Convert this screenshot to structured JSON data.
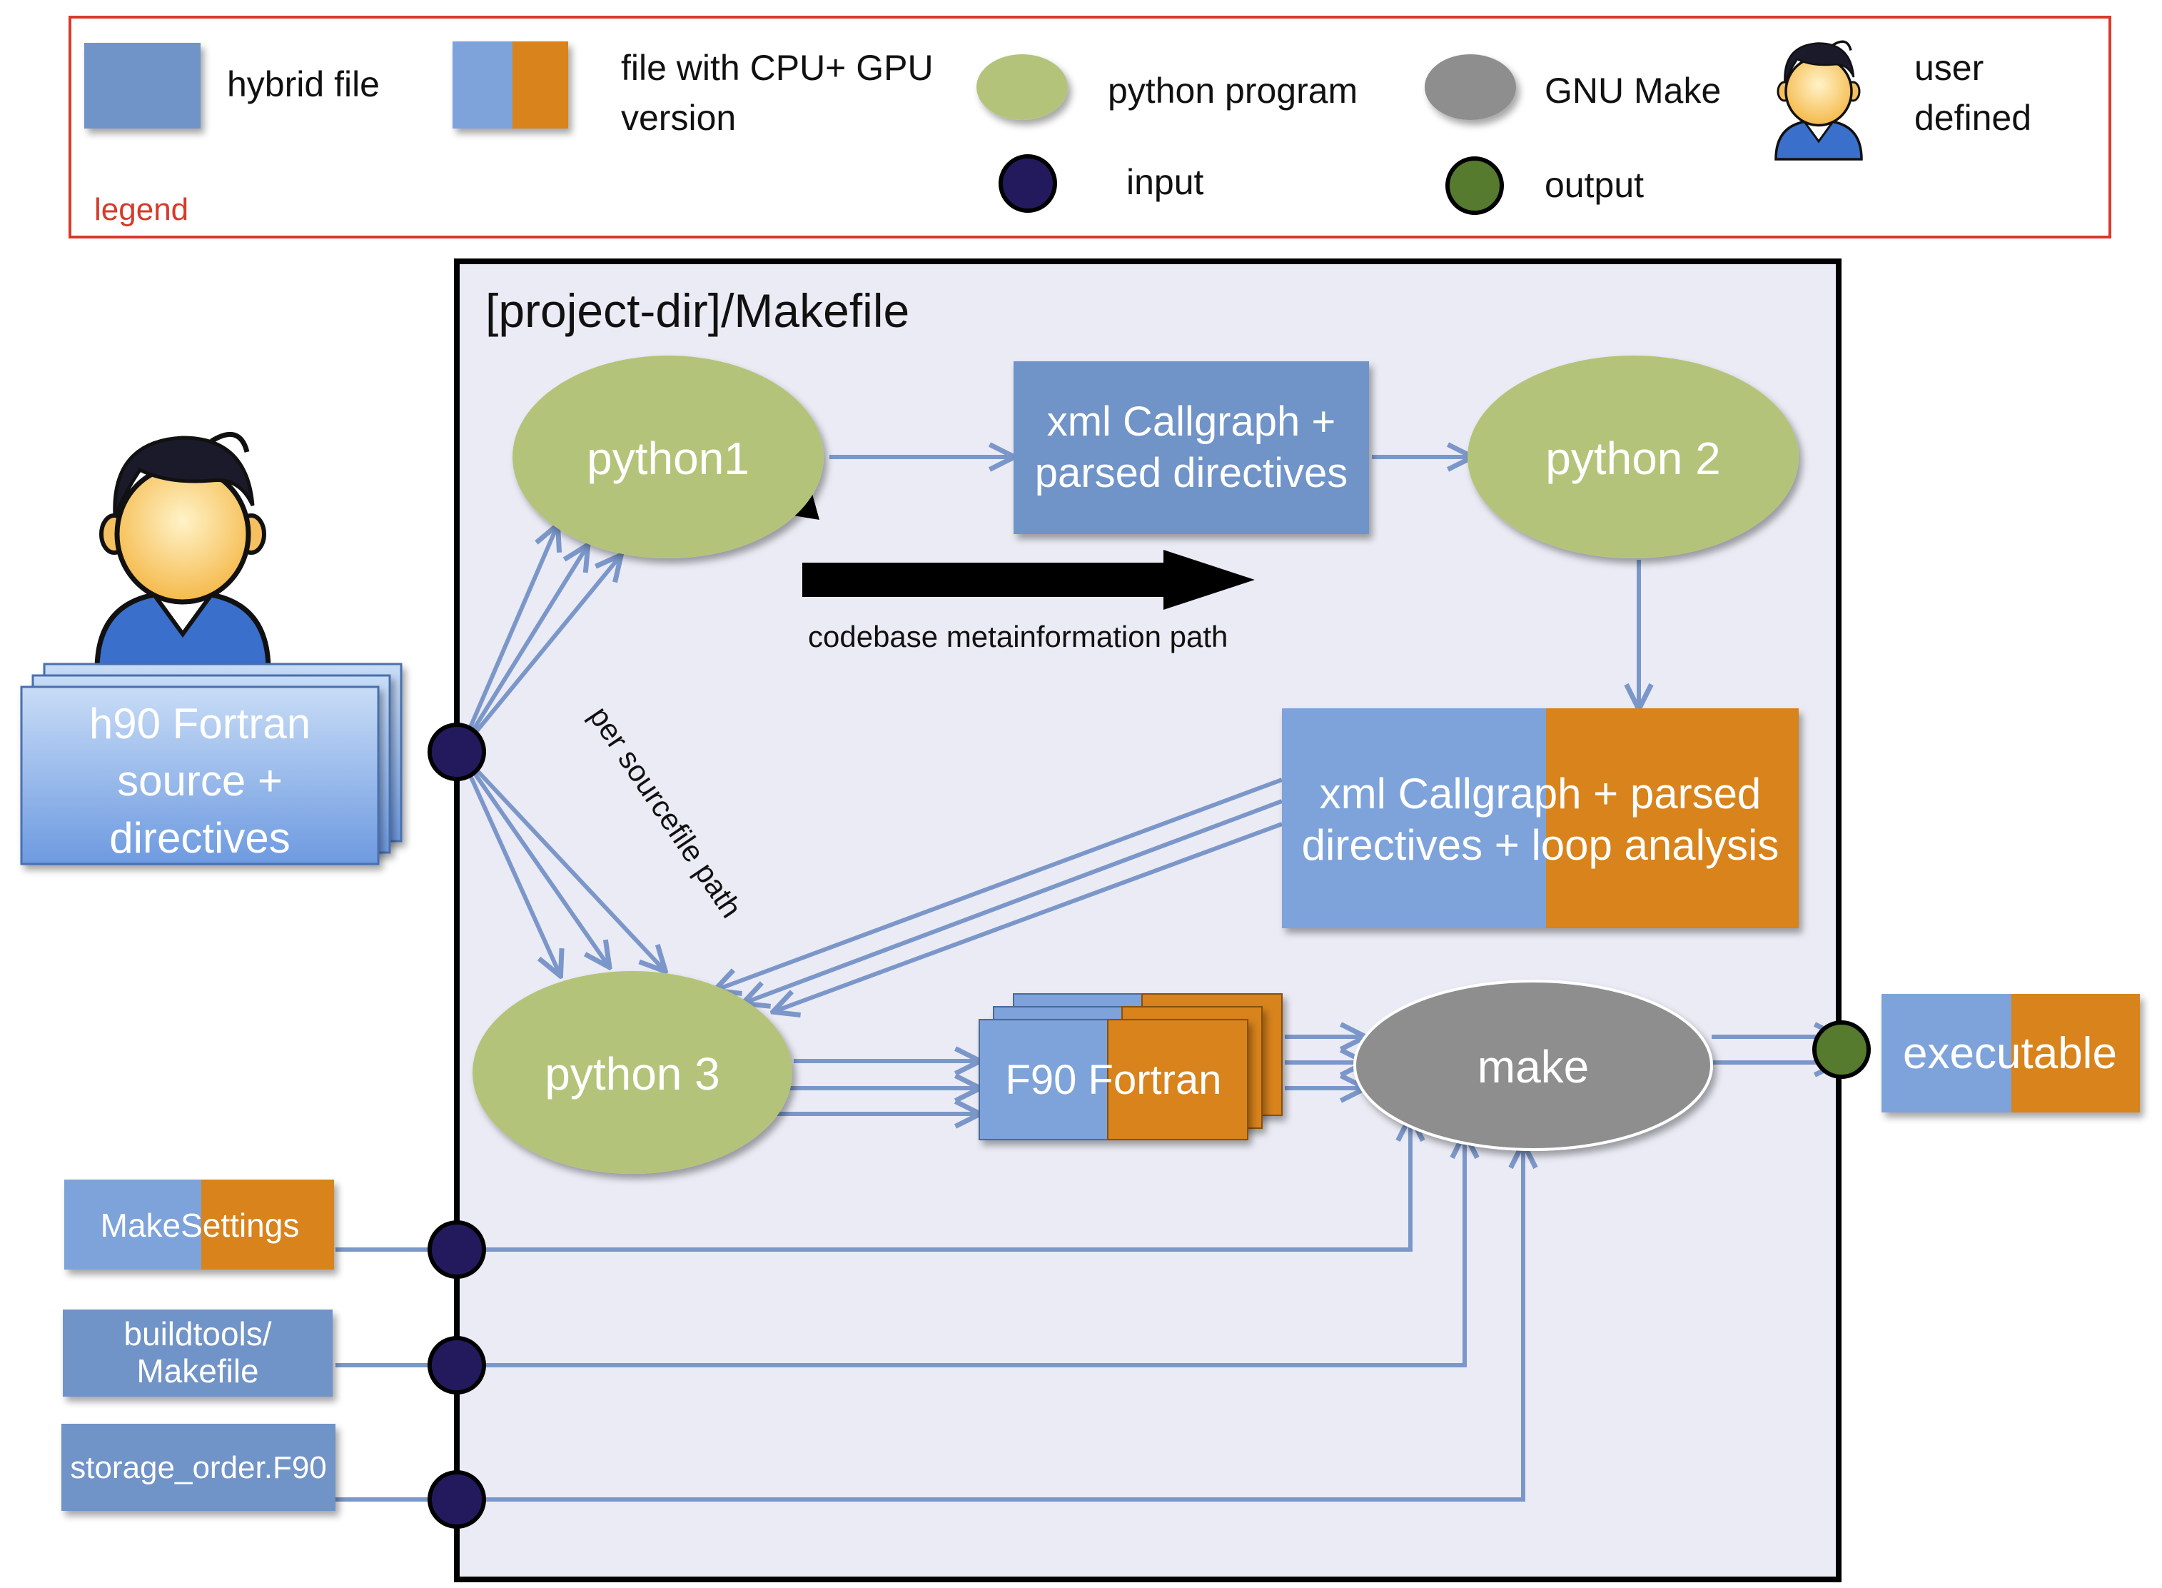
{
  "legend": {
    "caption": "legend",
    "items": [
      {
        "label": "hybrid file"
      },
      {
        "label_line1": "file with CPU+ GPU",
        "label_line2": "version"
      },
      {
        "label": "python program"
      },
      {
        "label": "GNU Make"
      },
      {
        "label_line1": "user",
        "label_line2": "defined"
      },
      {
        "label": "input"
      },
      {
        "label": "output"
      }
    ]
  },
  "project": {
    "title": "[project-dir]/Makefile"
  },
  "nodes": {
    "python1": "python1",
    "python2": "python 2",
    "python3": "python 3",
    "make": "make",
    "callgraph_line1": "xml Callgraph +",
    "callgraph_line2": "parsed directives",
    "analysis_line1": "xml Callgraph + parsed",
    "analysis_line2": "directives + loop analysis",
    "f90": "F90 Fortran",
    "executable": "executable",
    "h90_line1": "h90 Fortran",
    "h90_line2": "source +",
    "h90_line3": "directives",
    "makesettings": "MakeSettings",
    "buildtools_line1": "buildtools/",
    "buildtools_line2": "Makefile",
    "storage_order": "storage_order.F90"
  },
  "annotations": {
    "codebase_path": "codebase metainformation path",
    "sourcefile_path": "per sourcefile path"
  },
  "colors": {
    "hybrid_blue": "#7093c8",
    "cpu_blue": "#7ea3db",
    "gpu_orange": "#d8831f",
    "python_green": "#b3c47a",
    "make_gray": "#8e8e8e",
    "input_navy": "#231a5e",
    "output_green": "#567a2e",
    "arrow_blue": "#7b97c9",
    "legend_red": "#d63a2a",
    "project_bg": "#ebebf5"
  }
}
